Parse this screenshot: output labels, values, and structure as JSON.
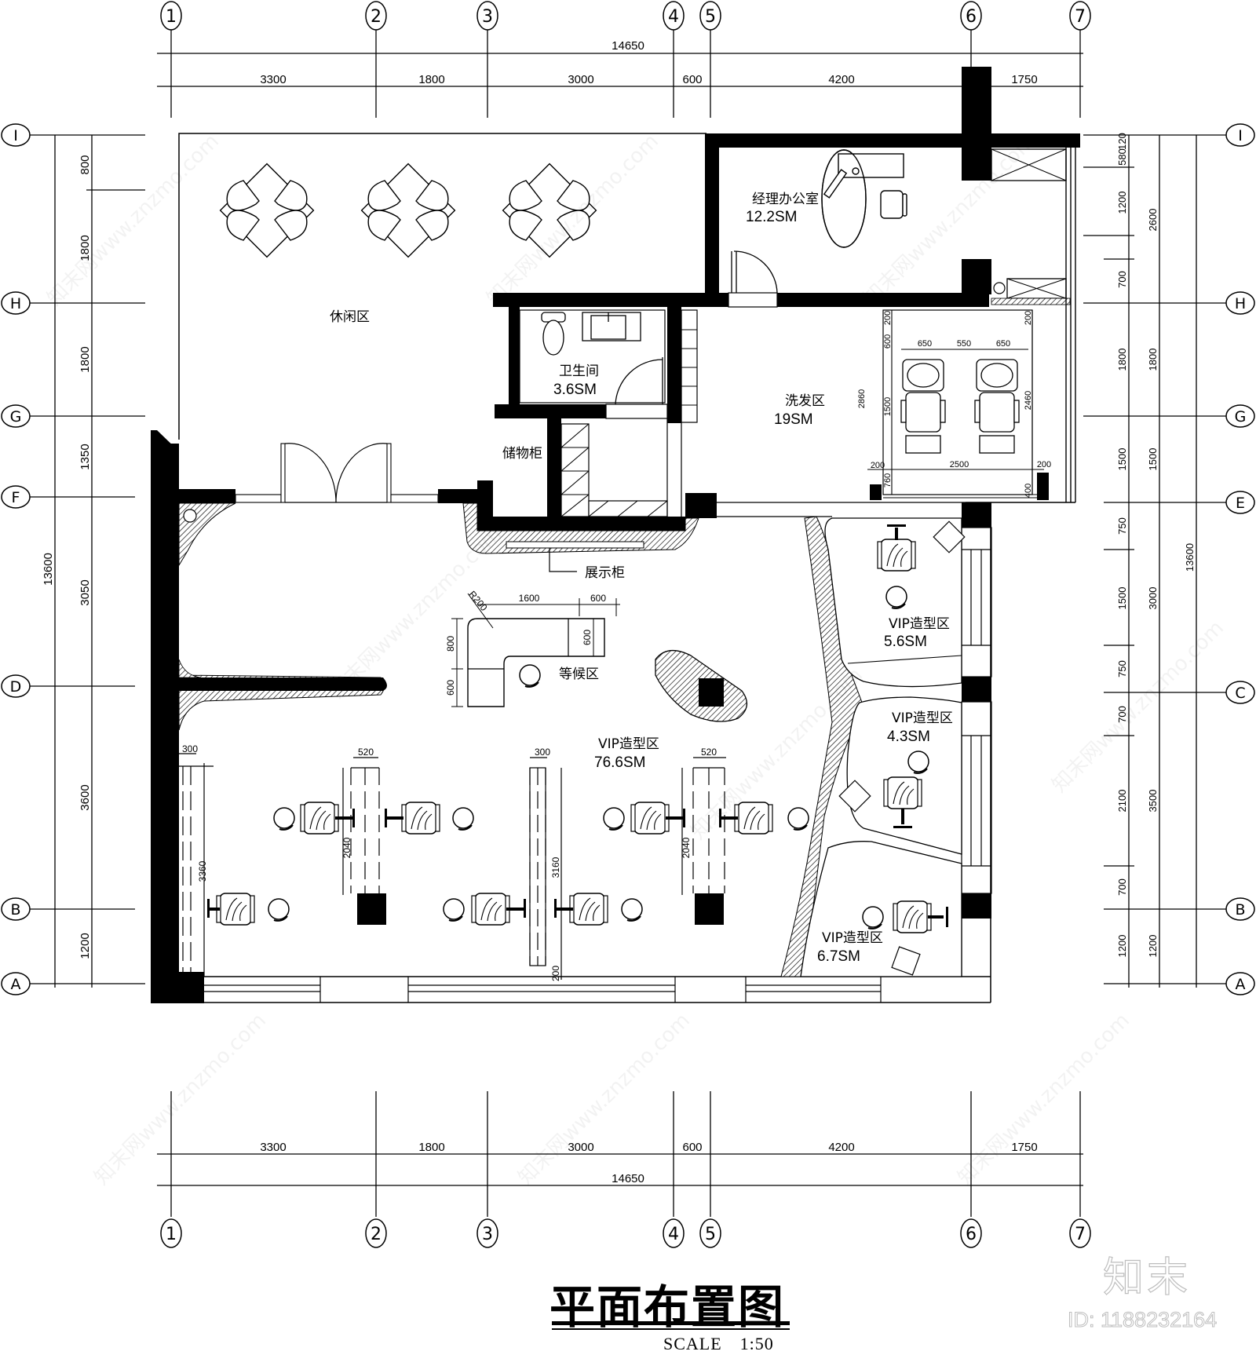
{
  "drawing": {
    "title": "平面布置图",
    "scale": "SCALE　1:50",
    "watermark_logo": "知末",
    "watermark_id": "ID: 1188232164",
    "watermark_text": "知末网www.znzmo.com"
  },
  "axes": {
    "vertical": [
      "1",
      "2",
      "3",
      "4",
      "5",
      "6",
      "7"
    ],
    "horizontal_left": [
      "I",
      "H",
      "G",
      "F",
      "D",
      "B",
      "A"
    ],
    "horizontal_right": [
      "I",
      "H",
      "G",
      "E",
      "C",
      "B",
      "A"
    ]
  },
  "dimensions": {
    "top_total": "14650",
    "top_segments": [
      "3300",
      "1800",
      "3000",
      "600",
      "4200",
      "1750"
    ],
    "bottom_total": "14650",
    "bottom_segments": [
      "3300",
      "1800",
      "3000",
      "600",
      "4200",
      "1750"
    ],
    "left_inner": [
      "800",
      "1800",
      "1800",
      "1350",
      "3050",
      "3600",
      "1200"
    ],
    "left_total": "13600",
    "right_inner": [
      "120",
      "580",
      "1200",
      "700",
      "1800",
      "1500",
      "750",
      "1500",
      "750",
      "700",
      "2100",
      "700",
      "1200"
    ],
    "right_middle": [
      "2600",
      "1800",
      "1500",
      "3000",
      "3500",
      "1200"
    ],
    "right_total": "13600"
  },
  "rooms": [
    {
      "name": "休闲区",
      "area": ""
    },
    {
      "name": "经理办公室",
      "area": "12.2SM"
    },
    {
      "name": "卫生间",
      "area": "3.6SM"
    },
    {
      "name": "洗发区",
      "area": "19SM"
    },
    {
      "name": "储物柜",
      "area": ""
    },
    {
      "name": "展示柜",
      "area": ""
    },
    {
      "name": "等候区",
      "area": ""
    },
    {
      "name": "VIP造型区",
      "area": "76.6SM"
    },
    {
      "name": "VIP造型区",
      "area": "5.6SM"
    },
    {
      "name": "VIP造型区",
      "area": "4.3SM"
    },
    {
      "name": "VIP造型区",
      "area": "6.7SM"
    }
  ],
  "annotations": {
    "wash": [
      "650",
      "550",
      "650",
      "600",
      "1500",
      "2860",
      "2460",
      "200",
      "2500",
      "200",
      "760",
      "400",
      "200",
      "200"
    ],
    "reception": [
      "R200",
      "1600",
      "600",
      "800",
      "600",
      "600"
    ],
    "styling": [
      "300",
      "520",
      "300",
      "520",
      "3360",
      "2040",
      "3160",
      "2040",
      "200"
    ]
  }
}
